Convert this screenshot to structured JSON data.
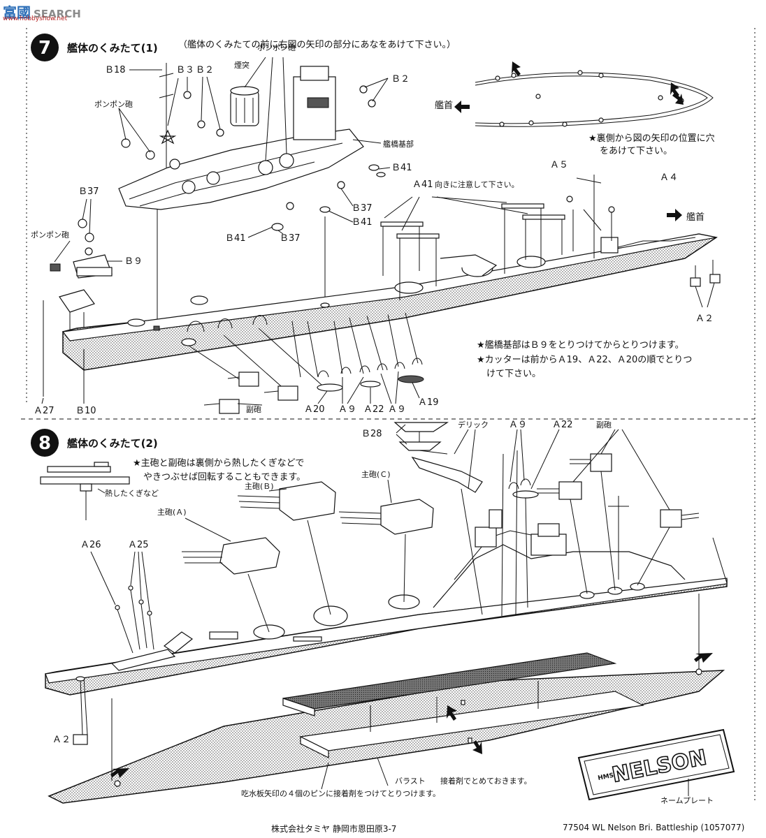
{
  "watermark": {
    "logo": "富國",
    "site": "SEARCH",
    "url": "www.hobbyshow.net"
  },
  "step7": {
    "number": "7",
    "title": "艦体のくみたて(1)",
    "instruction": "（艦体のくみたての前に右図の矢印の部分にあなをあけて下さい。）",
    "bow_label": "艦首",
    "hole_note_line1": "★裏側から図の矢印の位置に穴",
    "hole_note_line2": "をあけて下さい。",
    "a41_note": "向きに注意して下さい。",
    "bridge_note": "★艦橋基部はＢ９をとりつけてからとりつけます。",
    "cutter_note_line1": "★カッターは前からＡ19、Ａ22、Ａ20の順でとりつ",
    "cutter_note_line2": "けて下さい。",
    "labels": {
      "b18": "Ｂ18",
      "b3": "Ｂ３",
      "b2a": "Ｂ２",
      "b2b": "Ｂ２",
      "pompom_top": "ポンポン砲",
      "funnel": "煙突",
      "pompom_left": "ポンポン砲",
      "bridge_base": "艦橋基部",
      "b41a": "Ｂ41",
      "b41b": "Ｂ41",
      "b41c": "Ｂ41",
      "b37a": "Ｂ37",
      "b37b": "Ｂ37",
      "b37c": "Ｂ37",
      "pompom_left2": "ポンポン砲",
      "b9": "Ｂ９",
      "a41": "Ａ41",
      "a5": "Ａ５",
      "a4": "Ａ４",
      "bow_right": "艦首",
      "a2": "Ａ２",
      "a27": "Ａ27",
      "b10": "Ｂ10",
      "secondary": "副砲",
      "a20": "Ａ20",
      "a9a": "Ａ９",
      "a22": "Ａ22",
      "a9b": "Ａ９",
      "a19": "Ａ19"
    }
  },
  "step8": {
    "number": "8",
    "title": "艦体のくみたて(2)",
    "note_line1": "★主砲と副砲は裏側から熱したくぎなどで",
    "note_line2": "やきつぶせば回転することもできます。",
    "nail_label": "熱したくぎなど",
    "labels": {
      "b28": "Ｂ28",
      "derrick": "デリック",
      "a9": "Ａ９",
      "a22": "Ａ22",
      "secondary": "副砲",
      "main_b": "主砲(Ｂ)",
      "main_c": "主砲(Ｃ)",
      "main_a": "主砲(Ａ)",
      "a26": "Ａ26",
      "a25": "Ａ25",
      "a2": "Ａ２"
    },
    "waterline_label": "吃水板",
    "waterline_note": "矢印の４個のピンに接着剤をつけてとりつけます。",
    "ballast_label": "バラスト",
    "ballast_note": "接着剤でとめておきます。",
    "nameplate_label": "ネームプレート",
    "nameplate_text": "NELSON",
    "nameplate_prefix": "HMS"
  },
  "footer": {
    "company": "株式会社タミヤ 静岡市恩田原3-7",
    "product": "77504 WL Nelson Bri. Battleship (1057077)"
  }
}
